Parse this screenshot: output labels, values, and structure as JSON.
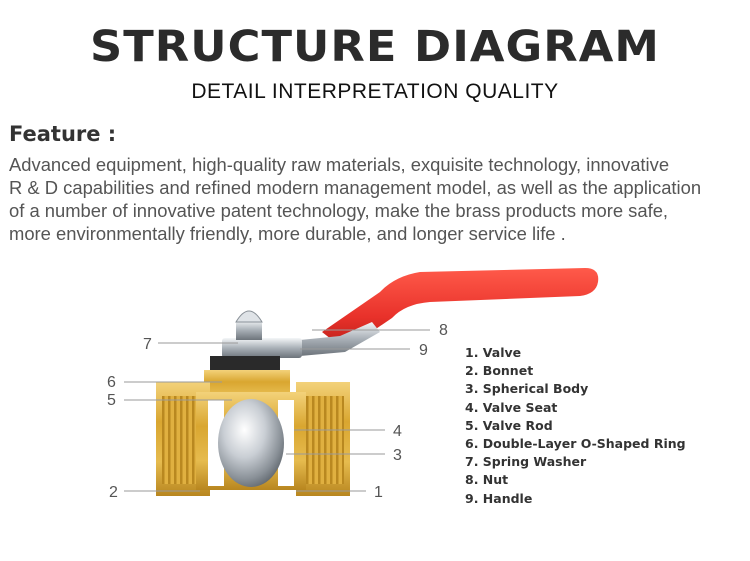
{
  "header": {
    "title": "STRUCTURE DIAGRAM",
    "subtitle": "DETAIL INTERPRETATION QUALITY"
  },
  "feature": {
    "heading": "Feature :",
    "lines": [
      "Advanced equipment, high-quality raw materials, exquisite technology, innovative",
      "R & D capabilities and refined modern management model, as well as the application",
      "of a number of innovative patent technology, make the brass products more safe,",
      "more environmentally friendly, more durable, and longer service life ."
    ]
  },
  "diagram": {
    "callouts": [
      "7",
      "6",
      "5",
      "2",
      "8",
      "9",
      "4",
      "3",
      "1"
    ],
    "colors": {
      "handle": "#e8312a",
      "brass": "#d9a630",
      "chrome": "#c8ccd0",
      "seat": "#ffffff"
    }
  },
  "legend": {
    "items": [
      "1. Valve",
      "2. Bonnet",
      "3. Spherical Body",
      "4. Valve Seat",
      "5. Valve Rod",
      "6. Double-Layer O-Shaped Ring",
      "7. Spring Washer",
      "8. Nut",
      "9. Handle"
    ]
  }
}
